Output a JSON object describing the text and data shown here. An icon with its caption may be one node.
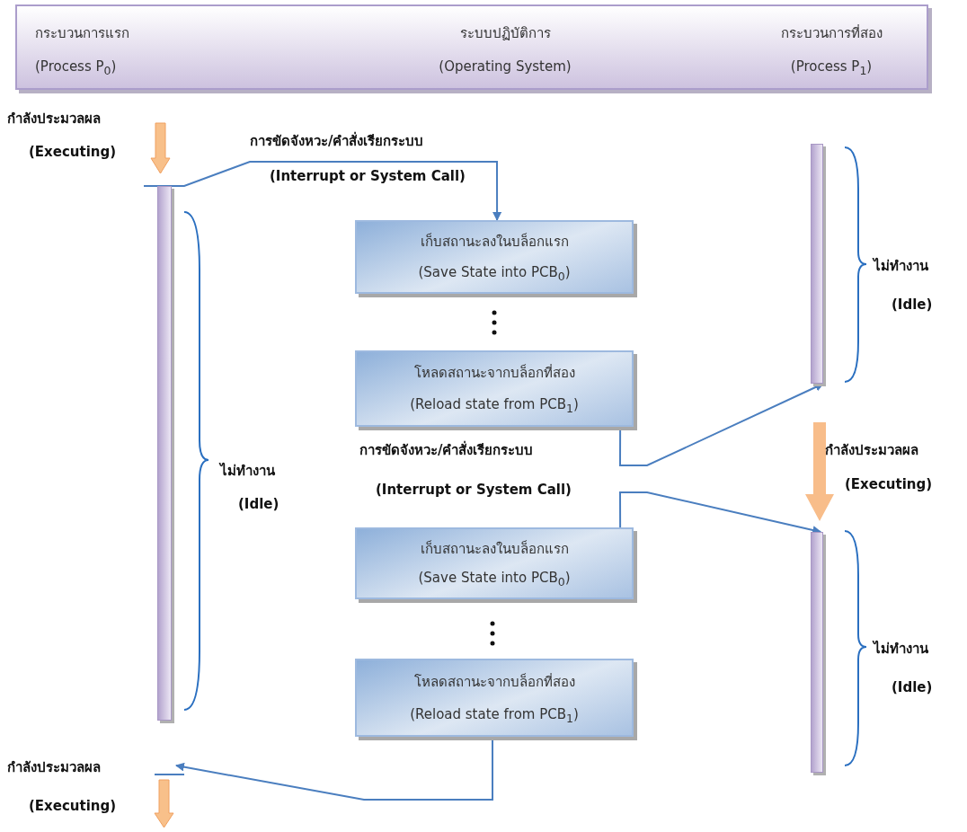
{
  "diagram": {
    "nodes": [
      {
        "text": [
          "กระบวนการแรก",
          "(Process P$_{0}$)",
          "ระบบปฏิบัติการ",
          "(Operating System)",
          "กระบวนการที่สอง",
          "(Process P$_{1}$)"
        ]
      },
      {
        "text": [
          "เก็บสถานะลงในบล็อกแรก",
          "(Save State into PCB$_{0}$)"
        ]
      },
      {
        "text": [
          "โหลดสถานะจากบล็อกที่สอง",
          "(Reload state from PCB$_{1}$)"
        ]
      },
      {
        "text": [
          "เก็บสถานะลงในบล็อกแรก",
          "(Save State into PCB$_{0}$)"
        ]
      },
      {
        "text": [
          "โหลดสถานะจากบล็อกที่สอง",
          "(Reload state from PCB$_{1}$)"
        ]
      },
      {
        "text": [],
        "shape": "bar"
      },
      {
        "text": [],
        "shape": "bar"
      },
      {
        "text": [],
        "shape": "bar"
      }
    ],
    "edges": [
      {
        "from": 5,
        "to": 1,
        "arrow": "to"
      },
      {
        "from": 2,
        "to": 6,
        "arrow": "to"
      },
      {
        "from": 3,
        "to": 7,
        "arrow": "to"
      },
      {
        "from": 4,
        "to": null,
        "arrow": "to"
      }
    ],
    "labels": [
      "กำลังประมวลผล",
      "(Executing)",
      "การขัดจังหวะ/คำสั่งเรียกระบบ",
      "(Interrupt or System Call)",
      "ไม่ทำงาน",
      "(Idle)",
      "ไม่ทำงาน",
      "(Idle)",
      "การขัดจังหวะ/คำสั่งเรียกระบบ",
      "กำลังประมวลผล",
      "(Interrupt or System Call)",
      "(Executing)",
      "ไม่ทำงาน",
      "(Idle)",
      "กำลังประมวลผล",
      "(Executing)"
    ]
  }
}
